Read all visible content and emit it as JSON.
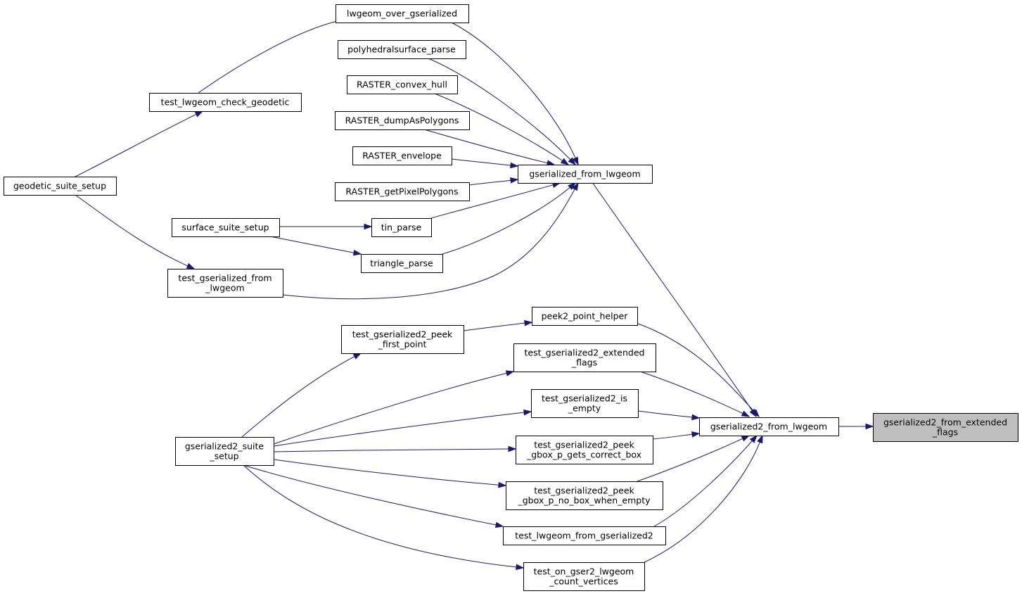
{
  "diagram": {
    "type": "call-graph",
    "nodes": {
      "gserialized2_from_extended_flags": {
        "lines": [
          "gserialized2_from_extended",
          "_flags"
        ],
        "highlight": true
      },
      "gserialized2_from_lwgeom": {
        "lines": [
          "gserialized2_from_lwgeom"
        ]
      },
      "gserialized_from_lwgeom": {
        "lines": [
          "gserialized_from_lwgeom"
        ]
      },
      "lwgeom_over_gserialized": {
        "lines": [
          "lwgeom_over_gserialized"
        ]
      },
      "polyhedralsurface_parse": {
        "lines": [
          "polyhedralsurface_parse"
        ]
      },
      "RASTER_convex_hull": {
        "lines": [
          "RASTER_convex_hull"
        ]
      },
      "RASTER_dumpAsPolygons": {
        "lines": [
          "RASTER_dumpAsPolygons"
        ]
      },
      "RASTER_envelope": {
        "lines": [
          "RASTER_envelope"
        ]
      },
      "RASTER_getPixelPolygons": {
        "lines": [
          "RASTER_getPixelPolygons"
        ]
      },
      "tin_parse": {
        "lines": [
          "tin_parse"
        ]
      },
      "triangle_parse": {
        "lines": [
          "triangle_parse"
        ]
      },
      "test_lwgeom_check_geodetic": {
        "lines": [
          "test_lwgeom_check_geodetic"
        ]
      },
      "geodetic_suite_setup": {
        "lines": [
          "geodetic_suite_setup"
        ]
      },
      "surface_suite_setup": {
        "lines": [
          "surface_suite_setup"
        ]
      },
      "test_gserialized_from_lwgeom": {
        "lines": [
          "test_gserialized_from",
          "_lwgeom"
        ]
      },
      "peek2_point_helper": {
        "lines": [
          "peek2_point_helper"
        ]
      },
      "test_gserialized2_peek_first_point": {
        "lines": [
          "test_gserialized2_peek",
          "_first_point"
        ]
      },
      "test_gserialized2_extended_flags": {
        "lines": [
          "test_gserialized2_extended",
          "_flags"
        ]
      },
      "test_gserialized2_is_empty": {
        "lines": [
          "test_gserialized2_is",
          "_empty"
        ]
      },
      "test_gserialized2_peek_gbox_p_gets_correct_box": {
        "lines": [
          "test_gserialized2_peek",
          "_gbox_p_gets_correct_box"
        ]
      },
      "test_gserialized2_peek_gbox_p_no_box_when_empty": {
        "lines": [
          "test_gserialized2_peek",
          "_gbox_p_no_box_when_empty"
        ]
      },
      "test_lwgeom_from_gserialized2": {
        "lines": [
          "test_lwgeom_from_gserialized2"
        ]
      },
      "test_on_gser2_lwgeom_count_vertices": {
        "lines": [
          "test_on_gser2_lwgeom",
          "_count_vertices"
        ]
      },
      "gserialized2_suite_setup": {
        "lines": [
          "gserialized2_suite",
          "_setup"
        ]
      }
    },
    "edges": [
      {
        "from": "gserialized2_from_lwgeom",
        "to": "gserialized2_from_extended_flags"
      },
      {
        "from": "gserialized_from_lwgeom",
        "to": "gserialized2_from_lwgeom"
      },
      {
        "from": "lwgeom_over_gserialized",
        "to": "gserialized_from_lwgeom"
      },
      {
        "from": "test_lwgeom_check_geodetic",
        "to": "lwgeom_over_gserialized"
      },
      {
        "from": "geodetic_suite_setup",
        "to": "test_lwgeom_check_geodetic"
      },
      {
        "from": "polyhedralsurface_parse",
        "to": "gserialized_from_lwgeom"
      },
      {
        "from": "surface_suite_setup",
        "to": "polyhedralsurface_parse"
      },
      {
        "from": "RASTER_convex_hull",
        "to": "gserialized_from_lwgeom"
      },
      {
        "from": "RASTER_dumpAsPolygons",
        "to": "gserialized_from_lwgeom"
      },
      {
        "from": "RASTER_envelope",
        "to": "gserialized_from_lwgeom"
      },
      {
        "from": "RASTER_getPixelPolygons",
        "to": "gserialized_from_lwgeom"
      },
      {
        "from": "tin_parse",
        "to": "gserialized_from_lwgeom"
      },
      {
        "from": "surface_suite_setup",
        "to": "tin_parse"
      },
      {
        "from": "triangle_parse",
        "to": "gserialized_from_lwgeom"
      },
      {
        "from": "surface_suite_setup",
        "to": "triangle_parse"
      },
      {
        "from": "test_gserialized_from_lwgeom",
        "to": "gserialized_from_lwgeom"
      },
      {
        "from": "geodetic_suite_setup",
        "to": "test_gserialized_from_lwgeom"
      },
      {
        "from": "peek2_point_helper",
        "to": "gserialized2_from_lwgeom"
      },
      {
        "from": "test_gserialized2_peek_first_point",
        "to": "peek2_point_helper"
      },
      {
        "from": "gserialized2_suite_setup",
        "to": "test_gserialized2_peek_first_point"
      },
      {
        "from": "test_gserialized2_extended_flags",
        "to": "gserialized2_from_lwgeom"
      },
      {
        "from": "gserialized2_suite_setup",
        "to": "test_gserialized2_extended_flags"
      },
      {
        "from": "test_gserialized2_is_empty",
        "to": "gserialized2_from_lwgeom"
      },
      {
        "from": "gserialized2_suite_setup",
        "to": "test_gserialized2_is_empty"
      },
      {
        "from": "test_gserialized2_peek_gbox_p_gets_correct_box",
        "to": "gserialized2_from_lwgeom"
      },
      {
        "from": "gserialized2_suite_setup",
        "to": "test_gserialized2_peek_gbox_p_gets_correct_box"
      },
      {
        "from": "test_gserialized2_peek_gbox_p_no_box_when_empty",
        "to": "gserialized2_from_lwgeom"
      },
      {
        "from": "gserialized2_suite_setup",
        "to": "test_gserialized2_peek_gbox_p_no_box_when_empty"
      },
      {
        "from": "test_lwgeom_from_gserialized2",
        "to": "gserialized2_from_lwgeom"
      },
      {
        "from": "gserialized2_suite_setup",
        "to": "test_lwgeom_from_gserialized2"
      },
      {
        "from": "test_on_gser2_lwgeom_count_vertices",
        "to": "gserialized2_from_lwgeom"
      },
      {
        "from": "gserialized2_suite_setup",
        "to": "test_on_gser2_lwgeom_count_vertices"
      }
    ],
    "colors": {
      "edge": "#191970",
      "node_border": "#000000",
      "node_fill": "#ffffff",
      "highlight_fill": "#bfbfbf"
    }
  }
}
